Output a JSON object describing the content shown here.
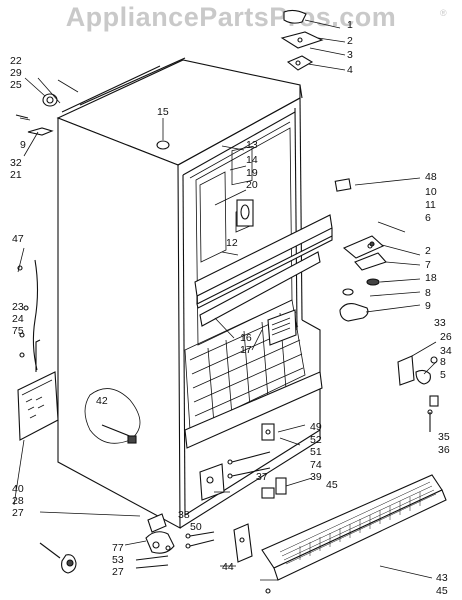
{
  "watermark": {
    "text": "AppliancePartsPros.com",
    "mark": "®"
  },
  "callouts": [
    {
      "id": "c1",
      "text": "1"
    },
    {
      "id": "c2",
      "text": "2"
    },
    {
      "id": "c3",
      "text": "3"
    },
    {
      "id": "c4",
      "text": "4"
    },
    {
      "id": "c22",
      "text": "22"
    },
    {
      "id": "c29",
      "text": "29"
    },
    {
      "id": "c25",
      "text": "25"
    },
    {
      "id": "c9a",
      "text": "9"
    },
    {
      "id": "c32",
      "text": "32"
    },
    {
      "id": "c21",
      "text": "21"
    },
    {
      "id": "c15",
      "text": "15"
    },
    {
      "id": "c13",
      "text": "13"
    },
    {
      "id": "c14",
      "text": "14"
    },
    {
      "id": "c19",
      "text": "19"
    },
    {
      "id": "c20",
      "text": "20"
    },
    {
      "id": "c48",
      "text": "48"
    },
    {
      "id": "c10",
      "text": "10"
    },
    {
      "id": "c11",
      "text": "11"
    },
    {
      "id": "c6",
      "text": "6"
    },
    {
      "id": "c12",
      "text": "12"
    },
    {
      "id": "c2b",
      "text": "2"
    },
    {
      "id": "c7",
      "text": "7"
    },
    {
      "id": "c18",
      "text": "18"
    },
    {
      "id": "c8a",
      "text": "8"
    },
    {
      "id": "c9b",
      "text": "9"
    },
    {
      "id": "c47",
      "text": "47"
    },
    {
      "id": "c23",
      "text": "23"
    },
    {
      "id": "c24",
      "text": "24"
    },
    {
      "id": "c75",
      "text": "75"
    },
    {
      "id": "c16",
      "text": "16"
    },
    {
      "id": "c17",
      "text": "17"
    },
    {
      "id": "c33",
      "text": "33"
    },
    {
      "id": "c26",
      "text": "26"
    },
    {
      "id": "c34",
      "text": "34"
    },
    {
      "id": "c8b",
      "text": "8"
    },
    {
      "id": "c5",
      "text": "5"
    },
    {
      "id": "c42",
      "text": "42"
    },
    {
      "id": "c49",
      "text": "49"
    },
    {
      "id": "c52",
      "text": "52"
    },
    {
      "id": "c51",
      "text": "51"
    },
    {
      "id": "c74",
      "text": "74"
    },
    {
      "id": "c37",
      "text": "37"
    },
    {
      "id": "c39",
      "text": "39"
    },
    {
      "id": "c45a",
      "text": "45"
    },
    {
      "id": "c35",
      "text": "35"
    },
    {
      "id": "c36",
      "text": "36"
    },
    {
      "id": "c40",
      "text": "40"
    },
    {
      "id": "c28",
      "text": "28"
    },
    {
      "id": "c27a",
      "text": "27"
    },
    {
      "id": "c38",
      "text": "38"
    },
    {
      "id": "c50",
      "text": "50"
    },
    {
      "id": "c77",
      "text": "77"
    },
    {
      "id": "c53",
      "text": "53"
    },
    {
      "id": "c27b",
      "text": "27"
    },
    {
      "id": "c44",
      "text": "44"
    },
    {
      "id": "c43",
      "text": "43"
    },
    {
      "id": "c45b",
      "text": "45"
    }
  ]
}
